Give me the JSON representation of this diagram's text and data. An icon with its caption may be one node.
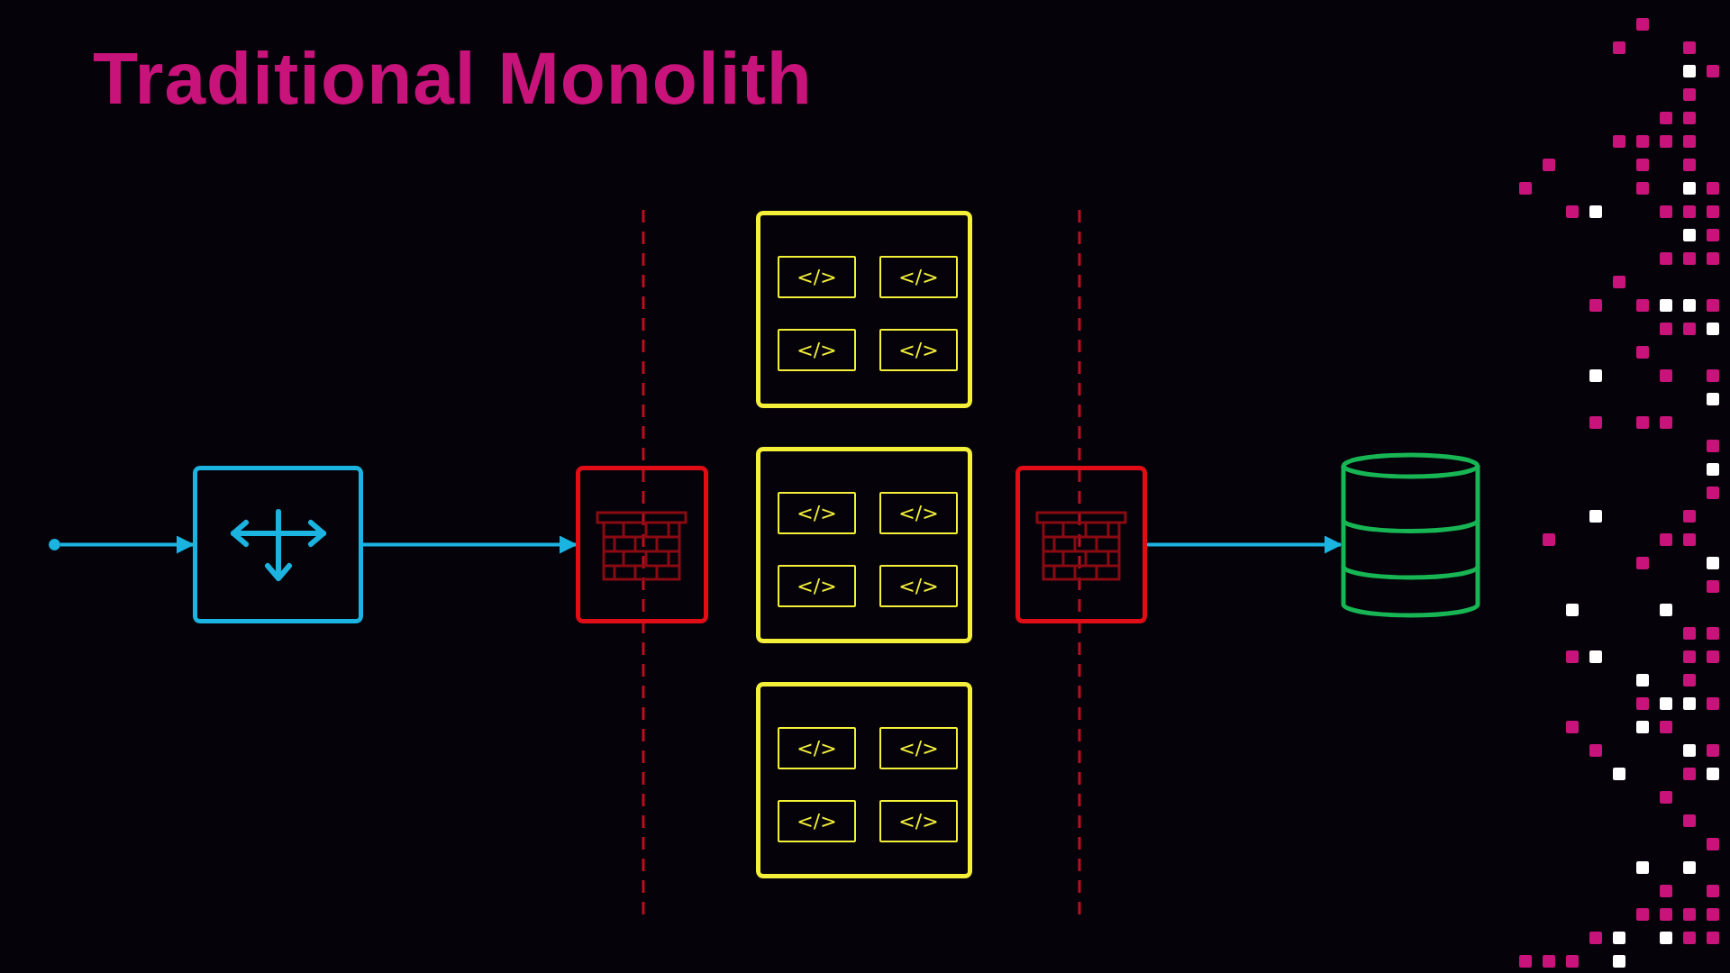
{
  "diagram": {
    "title": "Traditional Monolith",
    "nodes": [
      {
        "text": [],
        "shape": "circle"
      },
      {
        "text": [],
        "shape": "box"
      },
      {
        "text": [],
        "shape": "box"
      },
      {
        "text": [],
        "shape": "box"
      },
      {
        "text": [
          "</>"
        ],
        "in": 3
      },
      {
        "text": [
          "</>"
        ],
        "in": 3
      },
      {
        "text": [
          "</>"
        ],
        "in": 3
      },
      {
        "text": [
          "</>"
        ],
        "in": 3
      },
      {
        "text": [],
        "shape": "box"
      },
      {
        "text": [
          "</>"
        ],
        "in": 8
      },
      {
        "text": [
          "</>"
        ],
        "in": 8
      },
      {
        "text": [
          "</>"
        ],
        "in": 8
      },
      {
        "text": [
          "</>"
        ],
        "in": 8
      },
      {
        "text": [],
        "shape": "box"
      },
      {
        "text": [
          "</>"
        ],
        "in": 13
      },
      {
        "text": [
          "</>"
        ],
        "in": 13
      },
      {
        "text": [
          "</>"
        ],
        "in": 13
      },
      {
        "text": [
          "</>"
        ],
        "in": 13
      },
      {
        "text": [],
        "shape": "box"
      },
      {
        "text": [],
        "shape": "cylinder"
      }
    ],
    "edges": [
      {
        "from": 0,
        "to": 1,
        "arrow": "to"
      },
      {
        "from": 1,
        "to": 2,
        "arrow": "to"
      },
      {
        "from": 18,
        "to": 19,
        "arrow": "to"
      }
    ]
  }
}
